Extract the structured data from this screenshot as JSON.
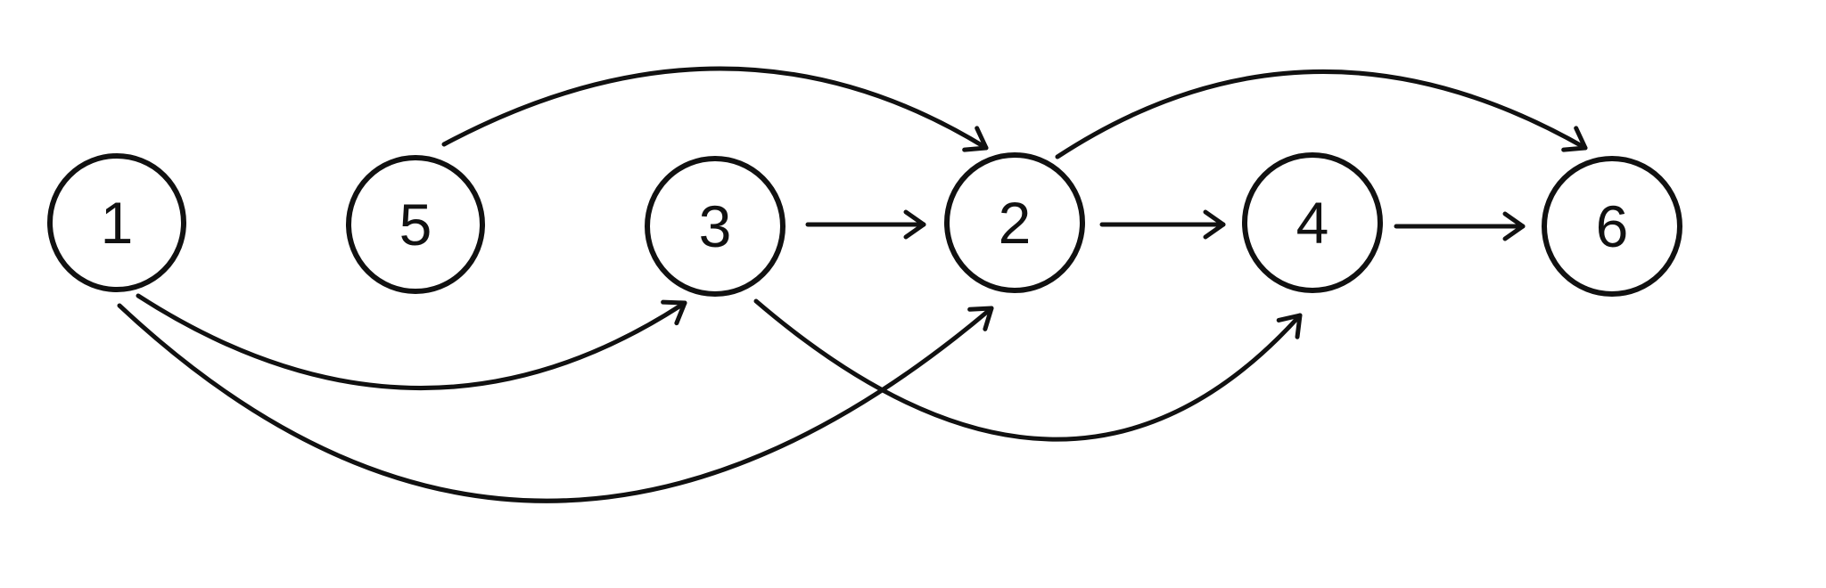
{
  "diagram": {
    "type": "directed-graph",
    "colors": {
      "stroke": "#111111",
      "background": "#ffffff"
    },
    "nodes": [
      {
        "id": "1",
        "label": "1"
      },
      {
        "id": "5",
        "label": "5"
      },
      {
        "id": "3",
        "label": "3"
      },
      {
        "id": "2",
        "label": "2"
      },
      {
        "id": "4",
        "label": "4"
      },
      {
        "id": "6",
        "label": "6"
      }
    ],
    "edges": [
      {
        "from": "1",
        "to": "3"
      },
      {
        "from": "1",
        "to": "2"
      },
      {
        "from": "5",
        "to": "2"
      },
      {
        "from": "3",
        "to": "2"
      },
      {
        "from": "3",
        "to": "4"
      },
      {
        "from": "2",
        "to": "4"
      },
      {
        "from": "2",
        "to": "6"
      },
      {
        "from": "4",
        "to": "6"
      }
    ]
  }
}
